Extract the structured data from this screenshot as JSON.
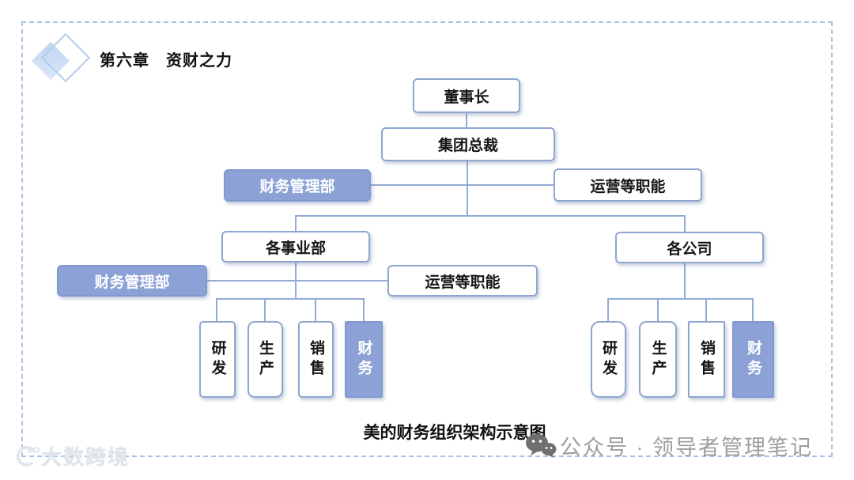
{
  "page": {
    "chapter_title": "第六章　资财之力",
    "caption": "美的财务组织架构示意图",
    "footer_label": "公众号 · 领导者管理笔记",
    "watermark_label": "大数跨境"
  },
  "org_chart": {
    "chairman": "董事长",
    "group_president": "集团总裁",
    "group_finance_dept": "财务管理部",
    "group_operations": "运营等职能",
    "business_divisions": "各事业部",
    "division_finance_dept": "财务管理部",
    "division_operations": "运营等职能",
    "companies": "各公司",
    "division_children": [
      "研发",
      "生产",
      "销售",
      "财务"
    ],
    "company_children": [
      "研发",
      "生产",
      "销售",
      "财务"
    ],
    "colors": {
      "highlight_fill": "#8ca2d6",
      "box_border": "#8ea6cf",
      "connector_line": "#93abd6",
      "dashed_frame": "#a9c3e6"
    }
  }
}
